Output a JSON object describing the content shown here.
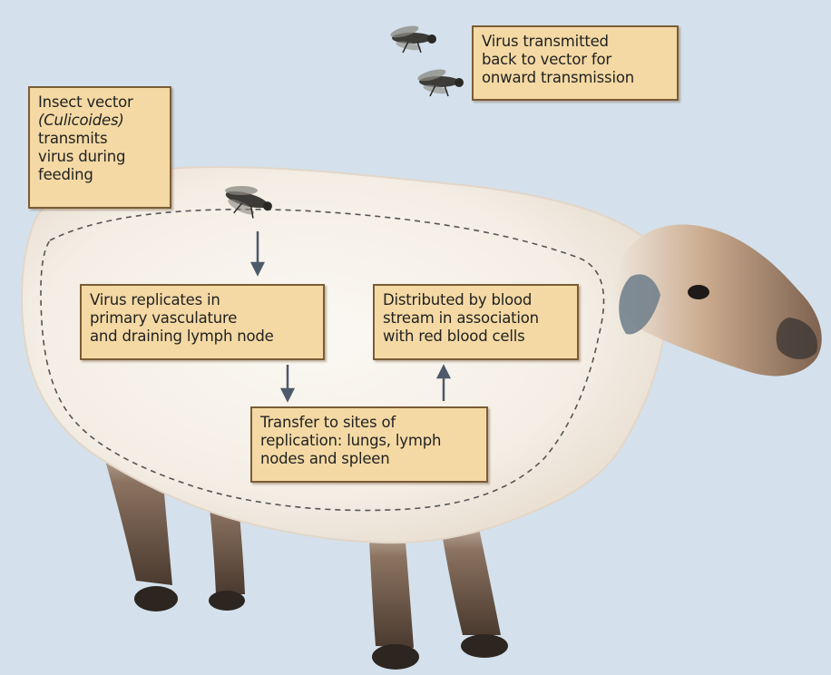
{
  "colors": {
    "background": "#d4e1ec",
    "box_fill": "#f4d9a4",
    "box_border": "#7a5c35",
    "fleece": "#f6f1ea",
    "leg": "#5a4536",
    "arrow": "#4d5a6a"
  },
  "icons": [
    "fly-icon",
    "sheep-illustration",
    "arrow-down-icon",
    "arrow-up-icon"
  ],
  "labels": {
    "vector": {
      "line1": "Insect vector",
      "line2": "(Culicoides)",
      "line3": "transmits",
      "line4": "virus during",
      "line5": "feeding"
    },
    "back": {
      "line1": "Virus transmitted",
      "line2": "back to vector for",
      "line3": "onward transmission"
    },
    "replicate": {
      "line1": "Virus replicates in",
      "line2": "primary vasculature",
      "line3": "and draining lymph node"
    },
    "distribute": {
      "line1": "Distributed by blood",
      "line2": "stream in association",
      "line3": "with red blood cells"
    },
    "transfer": {
      "line1": "Transfer to sites of",
      "line2": "replication: lungs, lymph",
      "line3": "nodes and spleen"
    }
  }
}
